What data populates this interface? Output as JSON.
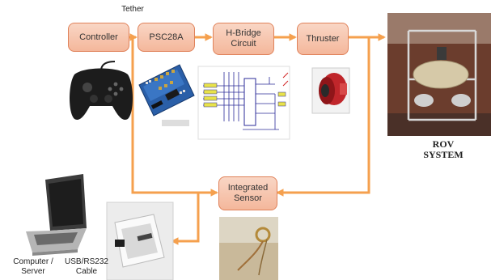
{
  "blocks": {
    "controller": "Controller",
    "psc": "PSC28A",
    "hbridge_line1": "H-Bridge",
    "hbridge_line2": "Circuit",
    "thruster": "Thruster",
    "sensor_line1": "Integrated",
    "sensor_line2": "Sensor"
  },
  "labels": {
    "tether": "Tether",
    "rov_line1": "ROV",
    "rov_line2": "SYSTEM",
    "computer_line1": "Computer /",
    "computer_line2": "Server",
    "cable_line1": "USB/RS232",
    "cable_line2": "Cable"
  },
  "colors": {
    "flow_line": "#f5a04e",
    "block_fill": "#f6c1a8",
    "block_border": "#e0825a"
  },
  "pictures": {
    "gamepad": "gamepad-photo",
    "servo_board": "servo-controller-board-photo",
    "schematic": "h-bridge-schematic",
    "thruster": "thruster-motor-photo",
    "rov": "rov-frame-photo",
    "laptop": "laptop-photo",
    "interface_board": "interface-board-photo",
    "sensor": "sensor-photo"
  }
}
